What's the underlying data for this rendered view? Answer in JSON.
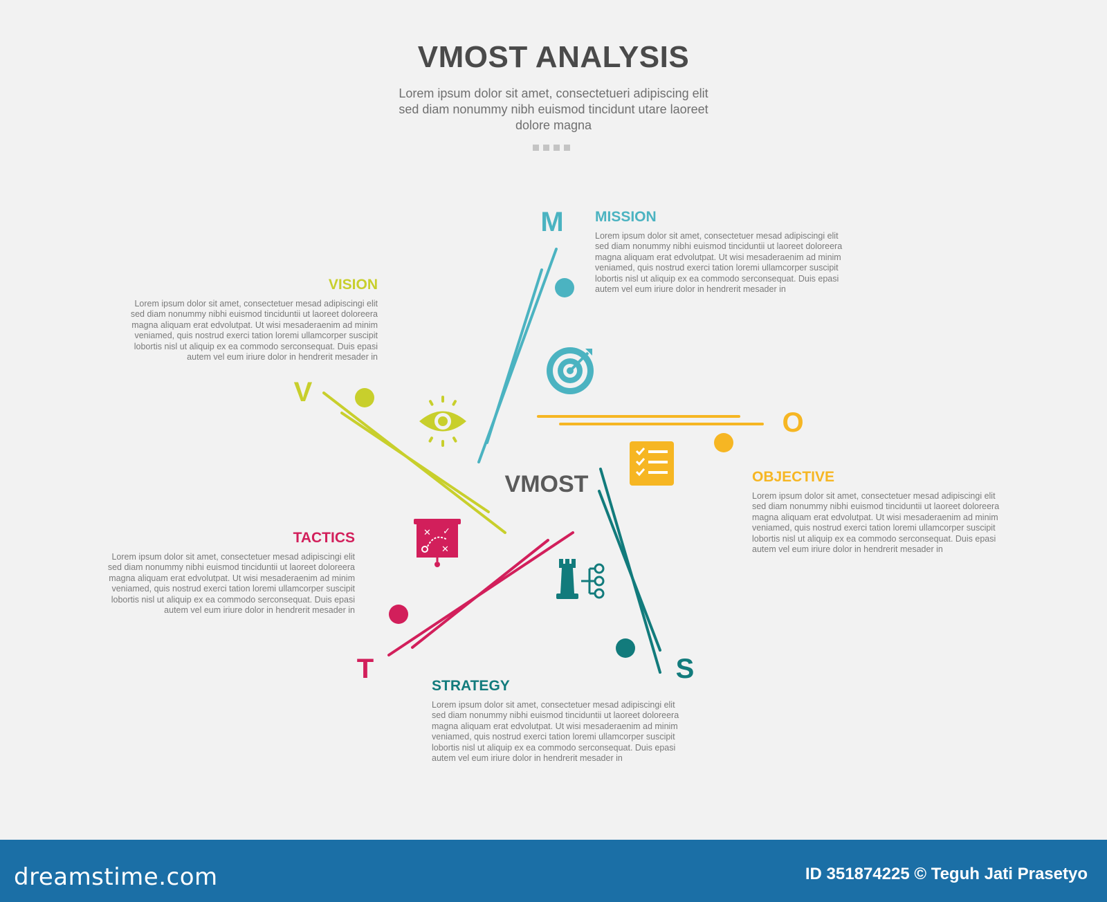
{
  "title": "VMOST ANALYSIS",
  "subtitle": "Lorem ipsum dolor sit amet, consectetueri adipiscing elit sed diam nonummy nibh euismod tincidunt utare laoreet dolore magna",
  "center_label": "VMOST",
  "colors": {
    "vision": "#c8cf2c",
    "mission": "#4bb3c1",
    "objective": "#f6b623",
    "strategy": "#127b7c",
    "tactics": "#d21f5b",
    "background": "#f2f2f2",
    "footer": "#1b6fa6"
  },
  "letters": {
    "v": "V",
    "m": "M",
    "o": "O",
    "s": "S",
    "t": "T"
  },
  "sections": {
    "vision": {
      "heading": "VISION",
      "icon": "eye-icon",
      "body": "Lorem ipsum dolor sit amet, consectetuer mesad adipiscingi elit sed diam nonummy nibhi euismod tinciduntii ut laoreet doloreera magna aliquam erat edvolutpat. Ut wisi mesaderaenim ad minim veniamed, quis nostrud exerci tation loremi ullamcorper suscipit lobortis nisl ut aliquip ex ea commodo serconsequat. Duis epasi autem vel eum iriure dolor in hendrerit mesader in"
    },
    "mission": {
      "heading": "MISSION",
      "icon": "target-icon",
      "body": "Lorem ipsum dolor sit amet, consectetuer mesad adipiscingi elit sed diam nonummy nibhi euismod tinciduntii ut laoreet doloreera magna aliquam erat edvolutpat. Ut wisi mesaderaenim ad minim veniamed, quis nostrud exerci tation loremi ullamcorper suscipit lobortis nisl ut aliquip ex ea commodo serconsequat. Duis epasi autem vel eum iriure dolor in hendrerit mesader in"
    },
    "objective": {
      "heading": "OBJECTIVE",
      "icon": "checklist-icon",
      "body": "Lorem ipsum dolor sit amet, consectetuer mesad adipiscingi elit sed diam nonummy nibhi euismod tinciduntii ut laoreet doloreera magna aliquam erat edvolutpat. Ut wisi mesaderaenim ad minim veniamed, quis nostrud exerci tation loremi ullamcorper suscipit lobortis nisl ut aliquip ex ea commodo serconsequat. Duis epasi autem vel eum iriure dolor in hendrerit mesader in"
    },
    "strategy": {
      "heading": "STRATEGY",
      "icon": "chess-rook-network-icon",
      "body": "Lorem ipsum dolor sit amet, consectetuer mesad adipiscingi elit sed diam nonummy nibhi euismod tinciduntii ut laoreet doloreera magna aliquam erat edvolutpat. Ut wisi mesaderaenim ad minim veniamed, quis nostrud exerci tation loremi ullamcorper suscipit lobortis nisl ut aliquip ex ea commodo serconsequat. Duis epasi autem vel eum iriure dolor in hendrerit mesader in"
    },
    "tactics": {
      "heading": "TACTICS",
      "icon": "tactics-board-icon",
      "body": "Lorem ipsum dolor sit amet, consectetuer mesad adipiscingi elit sed diam nonummy nibhi euismod tinciduntii ut laoreet doloreera magna aliquam erat edvolutpat. Ut wisi mesaderaenim ad minim veniamed, quis nostrud exerci tation loremi ullamcorper suscipit lobortis nisl ut aliquip ex ea commodo serconsequat. Duis epasi autem vel eum iriure dolor in hendrerit mesader in"
    }
  },
  "footer": {
    "brand": "dreamstime.com",
    "credit": "ID 351874225 © Teguh Jati Prasetyo"
  }
}
